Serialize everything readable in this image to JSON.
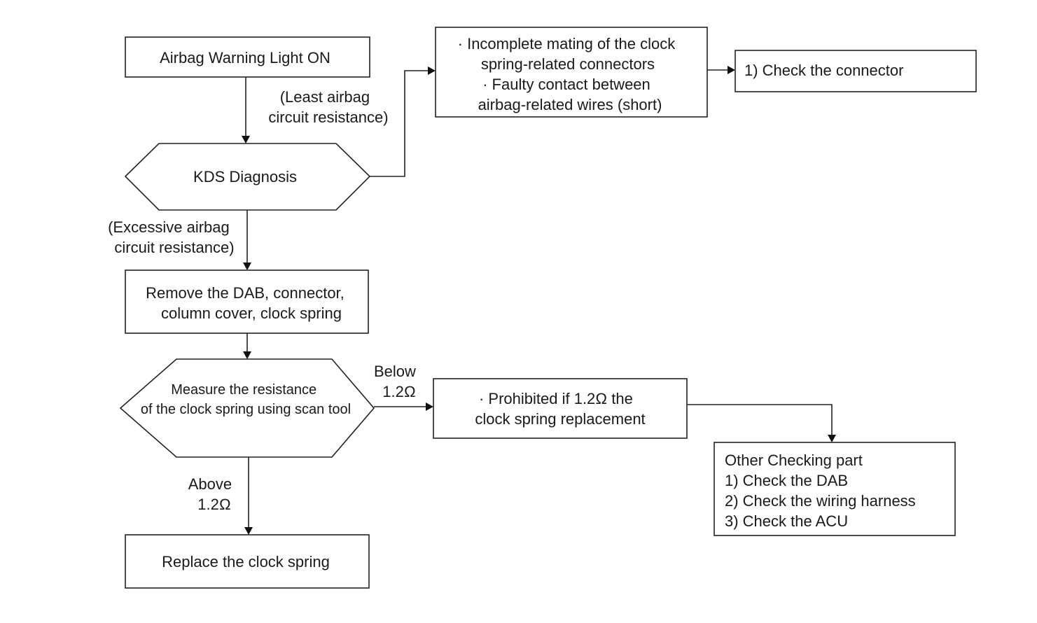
{
  "nodes": {
    "warning_light": {
      "lines": [
        "Airbag Warning Light ON"
      ]
    },
    "kds_diagnosis": {
      "lines": [
        "KDS Diagnosis"
      ]
    },
    "possible_causes": {
      "lines": [
        "· Incomplete mating of the clock",
        "spring-related connectors",
        "· Faulty contact between",
        "airbag-related wires (short)"
      ]
    },
    "check_connector": {
      "lines": [
        "1) Check the connector"
      ]
    },
    "remove_parts": {
      "lines": [
        "Remove the DAB, connector,",
        "column cover, clock spring"
      ]
    },
    "measure_resistance": {
      "lines": [
        "Measure the resistance",
        "of the clock spring using scan tool"
      ]
    },
    "prohibited_replacement": {
      "lines": [
        "·  Prohibited if 1.2Ω the",
        "clock spring replacement"
      ]
    },
    "other_checking": {
      "lines": [
        "Other Checking part",
        "1) Check the DAB",
        "2) Check the wiring harness",
        "3) Check the ACU"
      ]
    },
    "replace_clock_spring": {
      "lines": [
        "Replace the clock spring"
      ]
    }
  },
  "edge_labels": {
    "least_resistance": {
      "lines": [
        "(Least airbag",
        "circuit resistance)"
      ]
    },
    "excessive_resistance": {
      "lines": [
        "(Excessive airbag",
        "circuit resistance)"
      ]
    },
    "below": {
      "lines": [
        "Below",
        "1.2Ω"
      ]
    },
    "above": {
      "lines": [
        "Above",
        "1.2Ω"
      ]
    }
  },
  "colors": {
    "line": "#222222",
    "text": "#1a1a1a",
    "background": "#ffffff"
  }
}
